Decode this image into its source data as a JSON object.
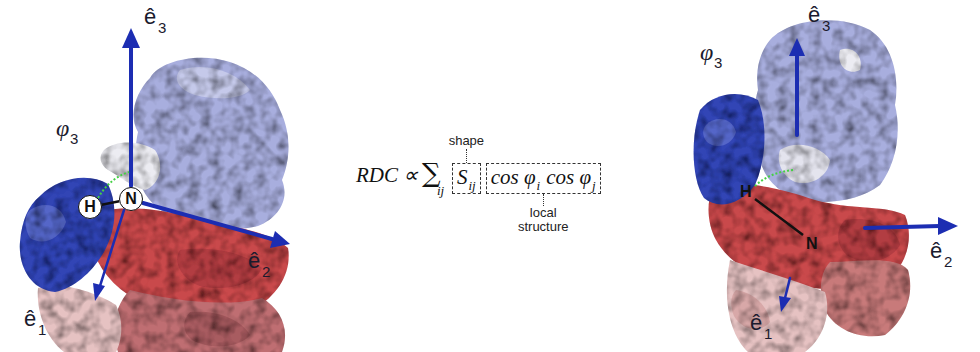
{
  "diagram": {
    "nodes": [
      {
        "text": [
          "H"
        ]
      },
      {
        "text": [
          "N"
        ]
      },
      {
        "text": [
          "shape",
          "S",
          "ij"
        ]
      },
      {
        "text": [
          "cos φ",
          "i",
          "cos φ",
          "j",
          "local structure"
        ]
      }
    ],
    "edges": [
      {
        "from": 0,
        "to": 1,
        "arrow": "none"
      }
    ],
    "labels": [
      "ê",
      "3",
      "φ",
      "3",
      "ê",
      "2",
      "ê",
      "1",
      "RDC ∝",
      "∑",
      "ij",
      "ê",
      "3",
      "φ",
      "3",
      "H",
      "N",
      "ê",
      "2",
      "ê",
      "1"
    ]
  }
}
